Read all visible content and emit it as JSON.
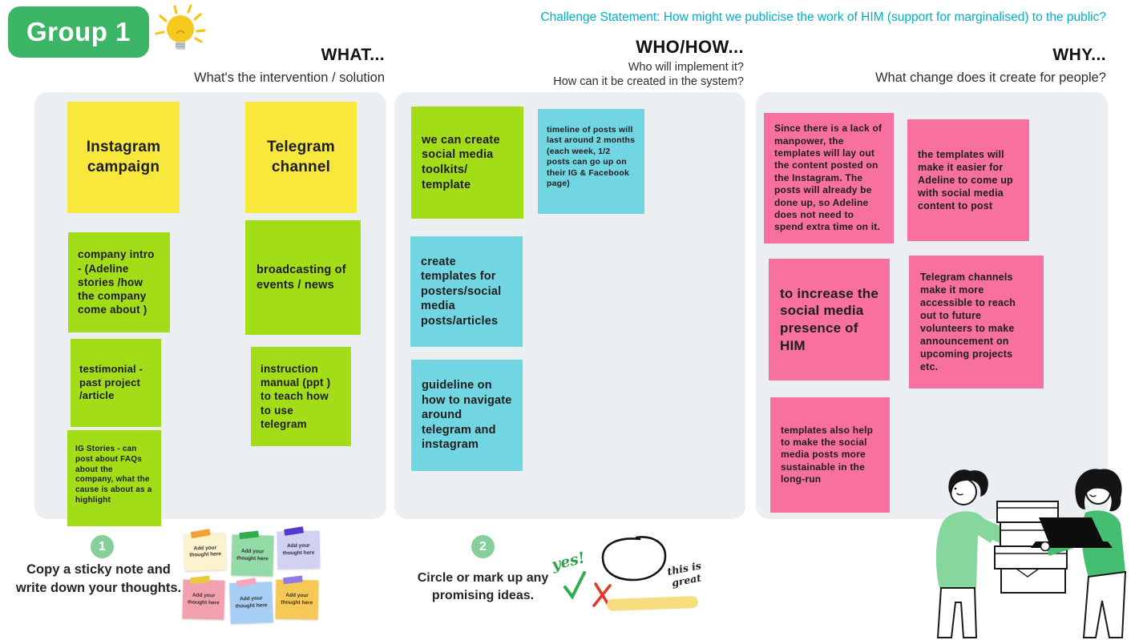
{
  "header": {
    "group_label": "Group 1",
    "challenge": "Challenge Statement: How might we publicise the work of HIM (support for marginalised) to the public?"
  },
  "columns": [
    {
      "title": "WHAT...",
      "subtitle_lines": [
        "What's the intervention / solution"
      ],
      "notes": [
        {
          "text": "Instagram campaign",
          "color": "yellow"
        },
        {
          "text": "Telegram channel",
          "color": "yellow"
        },
        {
          "text": "company intro - (Adeline stories /how the company come about )",
          "color": "green"
        },
        {
          "text": "broadcasting of events / news",
          "color": "green"
        },
        {
          "text": "testimonial -past project /article",
          "color": "green"
        },
        {
          "text": "IG Stories - can post about FAQs about the company, what the cause is about as a highlight",
          "color": "green"
        },
        {
          "text": "instruction manual (ppt ) to teach how to use telegram",
          "color": "green"
        }
      ]
    },
    {
      "title": "WHO/HOW...",
      "subtitle_lines": [
        "Who will implement it?",
        "How can it be created in the system?"
      ],
      "notes": [
        {
          "text": "we can create social media toolkits/ template",
          "color": "green"
        },
        {
          "text": "timeline of posts will last around 2 months (each week, 1/2 posts can go up on their IG & Facebook page)",
          "color": "blue"
        },
        {
          "text": "create templates for posters/social media posts/articles",
          "color": "blue"
        },
        {
          "text": "guideline on how to navigate around telegram and instagram",
          "color": "blue"
        }
      ]
    },
    {
      "title": "WHY...",
      "subtitle_lines": [
        "What change does it create for people?"
      ],
      "notes": [
        {
          "text": "Since there is a lack of manpower, the templates will lay out the content posted on the Instagram. The posts will already be done up, so Adeline does not need to spend extra time on it.",
          "color": "pink"
        },
        {
          "text": "the templates will make it easier for Adeline to come up with social media content to post",
          "color": "pink"
        },
        {
          "text": "to increase the social media presence of HIM",
          "color": "pink"
        },
        {
          "text": "Telegram channels make it more accessible to reach out to future volunteers to make announcement on upcoming projects etc.",
          "color": "pink"
        },
        {
          "text": "templates also help to make the social media posts more sustainable in the long-run",
          "color": "pink"
        }
      ]
    }
  ],
  "steps": [
    {
      "number": "1",
      "text": "Copy a sticky note and write down your thoughts."
    },
    {
      "number": "2",
      "text": "Circle or mark up any promising ideas."
    }
  ],
  "sample_note_label": "Add your thought here",
  "annotations": {
    "yes": "yes!",
    "great_line1": "this is",
    "great_line2": "great"
  },
  "colors": {
    "note_yellow": "#F8E83C",
    "note_green": "#A3DD17",
    "note_blue": "#72D5E2",
    "note_pink": "#F8719E",
    "panel_bg": "#ECEFF2",
    "group_badge_green": "#3CB566",
    "challenge_teal": "#00AEC6",
    "step_badge_green": "#85CF9A",
    "check_green": "#2FAE4D",
    "cross_red": "#E03A2A",
    "highlight_yellow": "#F7DC80"
  }
}
